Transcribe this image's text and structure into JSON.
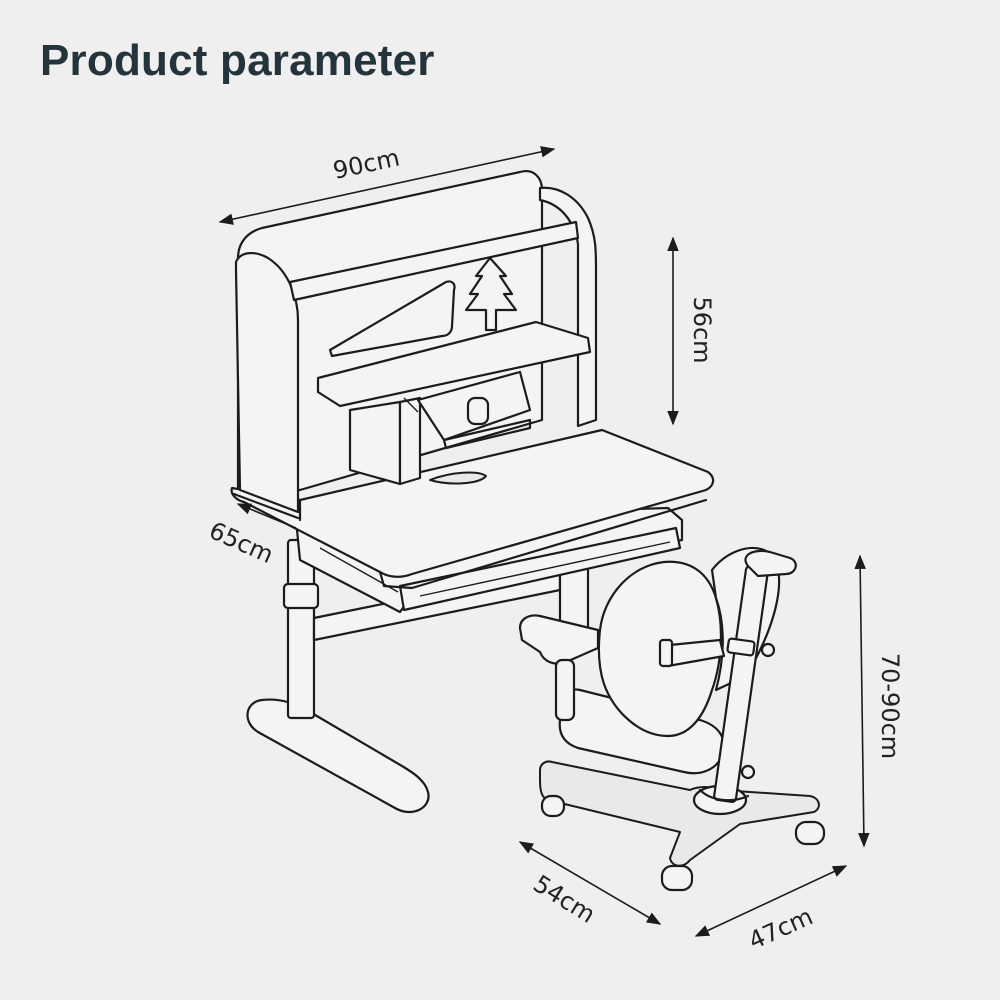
{
  "title": "Product parameter",
  "dimensions": {
    "desk_width": "90cm",
    "hutch_height": "56cm",
    "desk_depth": "65cm",
    "chair_height": "70-90cm",
    "chair_depth": "54cm",
    "chair_width": "47cm"
  }
}
